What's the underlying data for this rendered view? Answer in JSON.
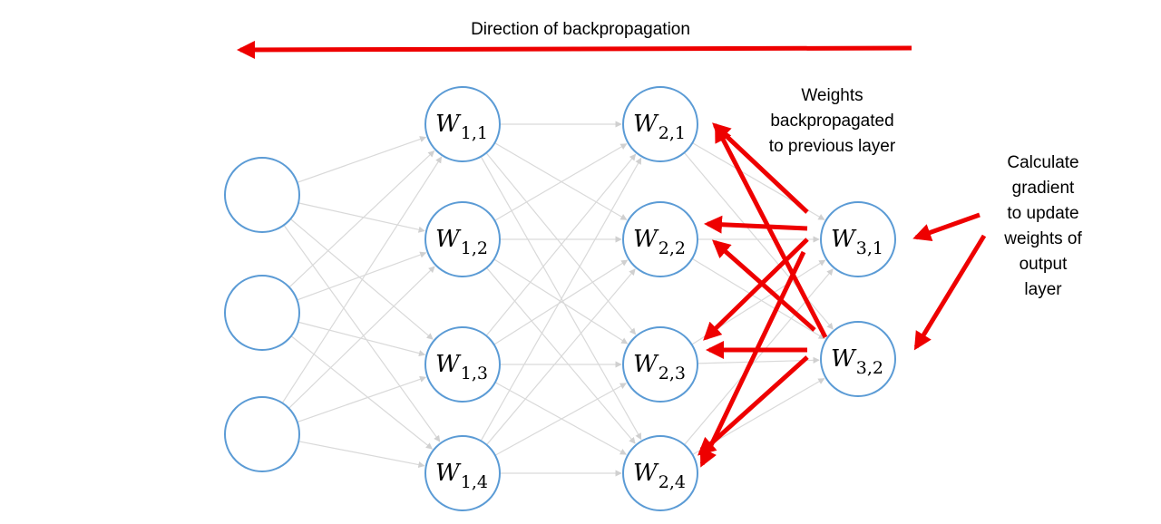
{
  "captions": {
    "direction": "Direction of backpropagation",
    "weights": [
      "Weights",
      "backpropagated",
      "to previous layer"
    ],
    "gradient": [
      "Calculate",
      "gradient",
      "to update",
      "weights of",
      "output",
      "layer"
    ]
  },
  "layers": [
    {
      "nodes": [
        {
          "w": "",
          "sub": ""
        },
        {
          "w": "",
          "sub": ""
        },
        {
          "w": "",
          "sub": ""
        }
      ]
    },
    {
      "nodes": [
        {
          "w": "W",
          "sub": "1,1"
        },
        {
          "w": "W",
          "sub": "1,2"
        },
        {
          "w": "W",
          "sub": "1,3"
        },
        {
          "w": "W",
          "sub": "1,4"
        }
      ]
    },
    {
      "nodes": [
        {
          "w": "W",
          "sub": "2,1"
        },
        {
          "w": "W",
          "sub": "2,2"
        },
        {
          "w": "W",
          "sub": "2,3"
        },
        {
          "w": "W",
          "sub": "2,4"
        }
      ]
    },
    {
      "nodes": [
        {
          "w": "W",
          "sub": "3,1"
        },
        {
          "w": "W",
          "sub": "3,2"
        }
      ]
    }
  ],
  "colors": {
    "node_stroke": "#5b9bd5",
    "edge": "#d9d9d9",
    "arrow": "#ee0000",
    "text": "#000000"
  }
}
